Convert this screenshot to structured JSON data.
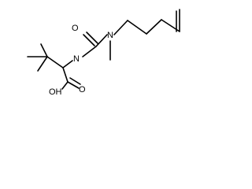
{
  "atoms": {
    "amide_oxygen": "O",
    "amide_nitrogen": "N",
    "tertiary_nitrogen": "N",
    "acid_hydroxyl": "OH",
    "acid_oxygen": "O"
  },
  "colors": {
    "bond": "#000000",
    "label": "#000000",
    "background": "#ffffff"
  }
}
